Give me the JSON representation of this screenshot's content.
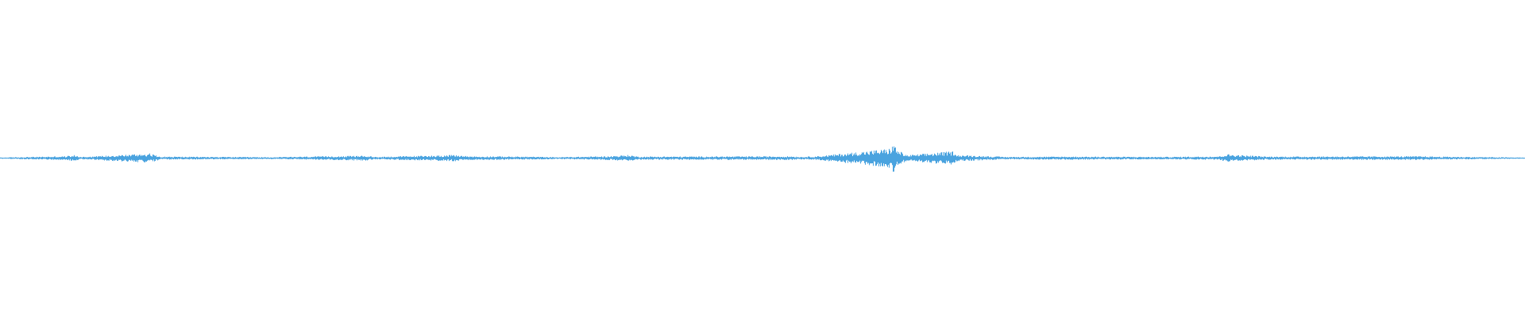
{
  "waveform": {
    "color": "#4aa3df",
    "amplitude_envelope": [
      {
        "t": 0.0,
        "a": 0.004
      },
      {
        "t": 0.043,
        "a": 0.012
      },
      {
        "t": 0.048,
        "a": 0.02
      },
      {
        "t": 0.053,
        "a": 0.008
      },
      {
        "t": 0.098,
        "a": 0.03
      },
      {
        "t": 0.102,
        "a": 0.018
      },
      {
        "t": 0.105,
        "a": 0.01
      },
      {
        "t": 0.178,
        "a": 0.006
      },
      {
        "t": 0.24,
        "a": 0.016
      },
      {
        "t": 0.245,
        "a": 0.008
      },
      {
        "t": 0.298,
        "a": 0.02
      },
      {
        "t": 0.305,
        "a": 0.014
      },
      {
        "t": 0.315,
        "a": 0.01
      },
      {
        "t": 0.32,
        "a": 0.012
      },
      {
        "t": 0.358,
        "a": 0.008
      },
      {
        "t": 0.365,
        "a": 0.006
      },
      {
        "t": 0.398,
        "a": 0.012
      },
      {
        "t": 0.413,
        "a": 0.02
      },
      {
        "t": 0.418,
        "a": 0.01
      },
      {
        "t": 0.52,
        "a": 0.012
      },
      {
        "t": 0.525,
        "a": 0.008
      },
      {
        "t": 0.538,
        "a": 0.014
      },
      {
        "t": 0.583,
        "a": 0.06
      },
      {
        "t": 0.586,
        "a": 0.09
      },
      {
        "t": 0.589,
        "a": 0.05
      },
      {
        "t": 0.595,
        "a": 0.018
      },
      {
        "t": 0.626,
        "a": 0.045
      },
      {
        "t": 0.628,
        "a": 0.02
      },
      {
        "t": 0.66,
        "a": 0.008
      },
      {
        "t": 0.7,
        "a": 0.01
      },
      {
        "t": 0.765,
        "a": 0.008
      },
      {
        "t": 0.8,
        "a": 0.012
      },
      {
        "t": 0.805,
        "a": 0.025
      },
      {
        "t": 0.815,
        "a": 0.018
      },
      {
        "t": 0.825,
        "a": 0.014
      },
      {
        "t": 0.83,
        "a": 0.01
      },
      {
        "t": 0.935,
        "a": 0.012
      },
      {
        "t": 0.94,
        "a": 0.01
      },
      {
        "t": 1.0,
        "a": 0.004
      }
    ]
  }
}
